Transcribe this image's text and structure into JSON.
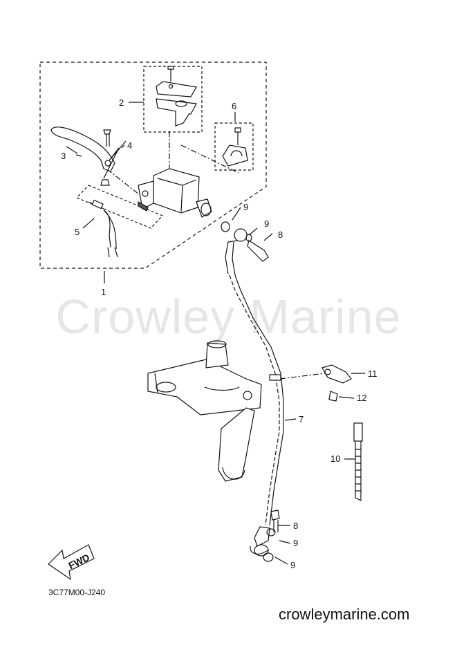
{
  "watermark": "Crowley Marine",
  "diagram_code": "3C77M00-J240",
  "website": "crowleymarine.com",
  "fwd_label": "FWD",
  "callouts": [
    "1",
    "2",
    "3",
    "4",
    "5",
    "6",
    "7",
    "8",
    "9",
    "9",
    "8",
    "9",
    "9",
    "10",
    "11",
    "12"
  ]
}
